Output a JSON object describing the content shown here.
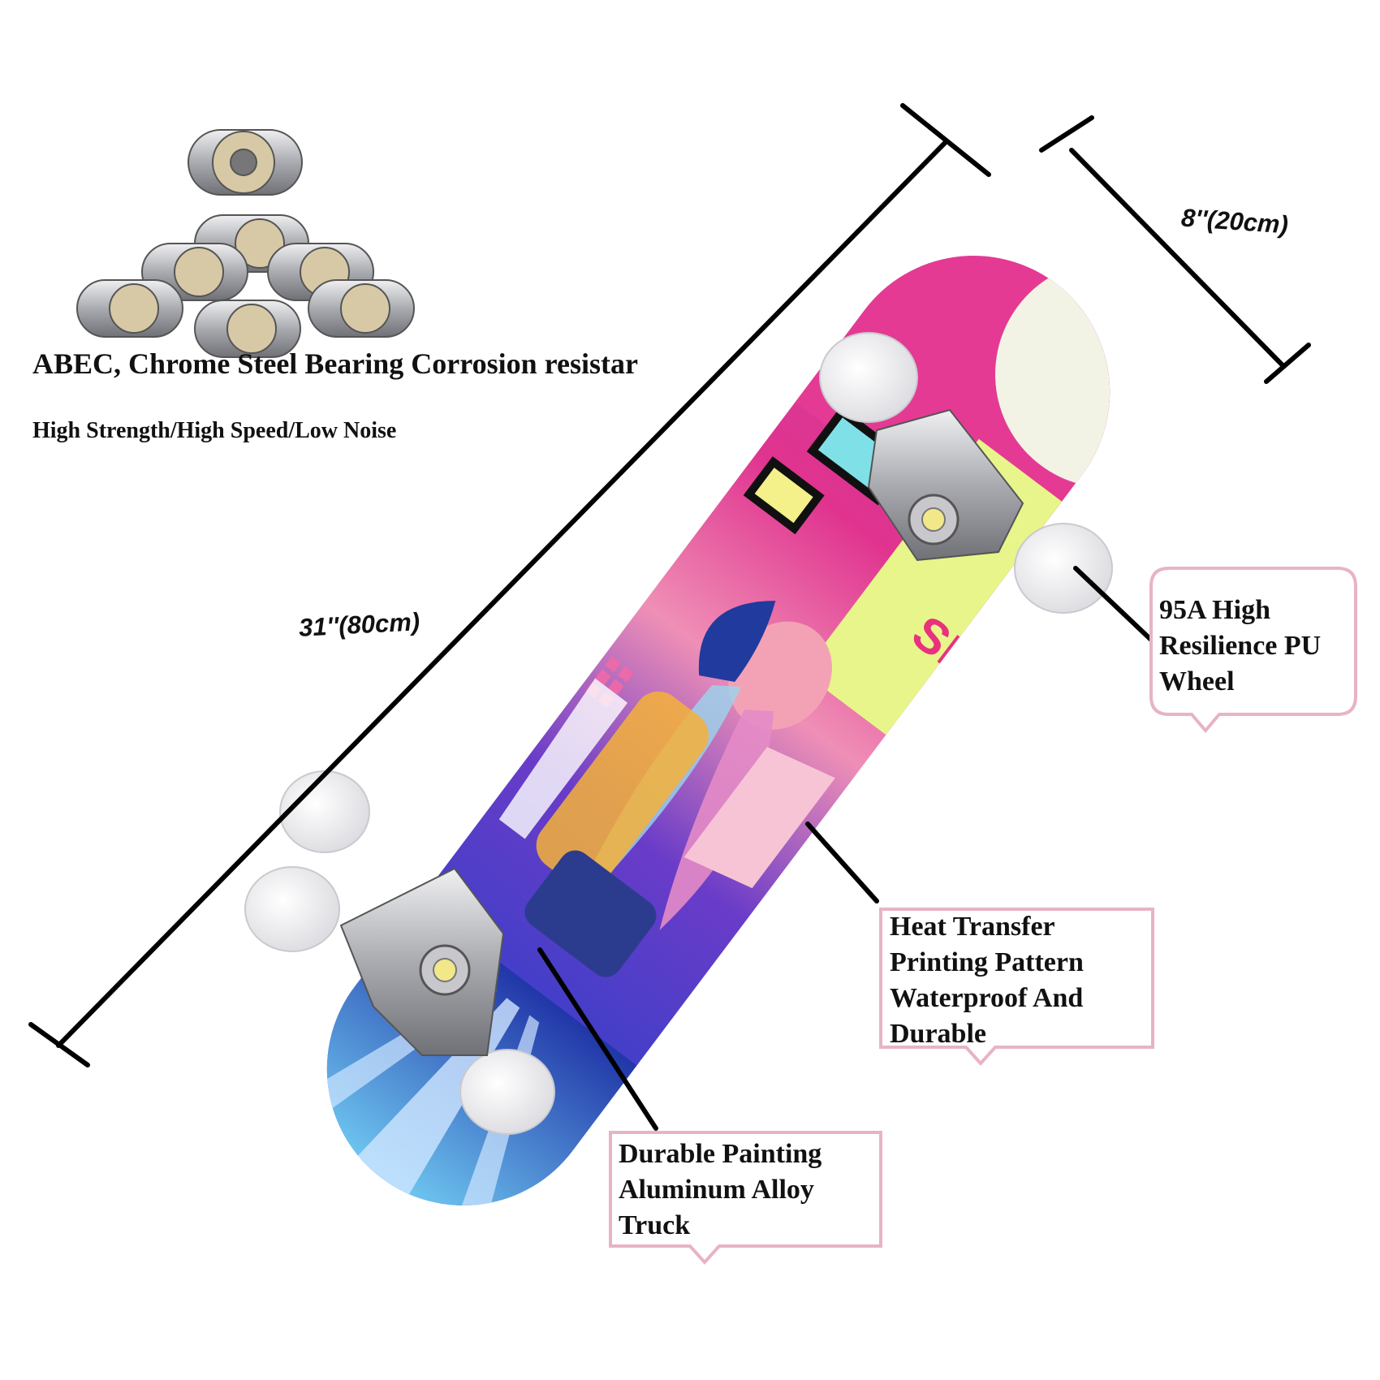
{
  "bearing": {
    "title": "ABEC, Chrome Steel Bearing Corrosion resistar",
    "subtitle": "High Strength/High Speed/Low Noise"
  },
  "dimensions": {
    "length": "31''(80cm)",
    "width": "8''(20cm)"
  },
  "callouts": {
    "wheel": "95A High Resilience PU Wheel",
    "printing": "Heat Transfer Printing Pattern Waterproof And Durable",
    "truck": "Durable Painting Aluminum Alloy Truck"
  },
  "deck_text": "SHINE",
  "colors": {
    "callout_border": "#e7b4c4",
    "deck_pink": "#e0338f",
    "deck_blue": "#1f3fb5",
    "deck_purple": "#7a2fc4",
    "deck_lime": "#e8f58a"
  }
}
